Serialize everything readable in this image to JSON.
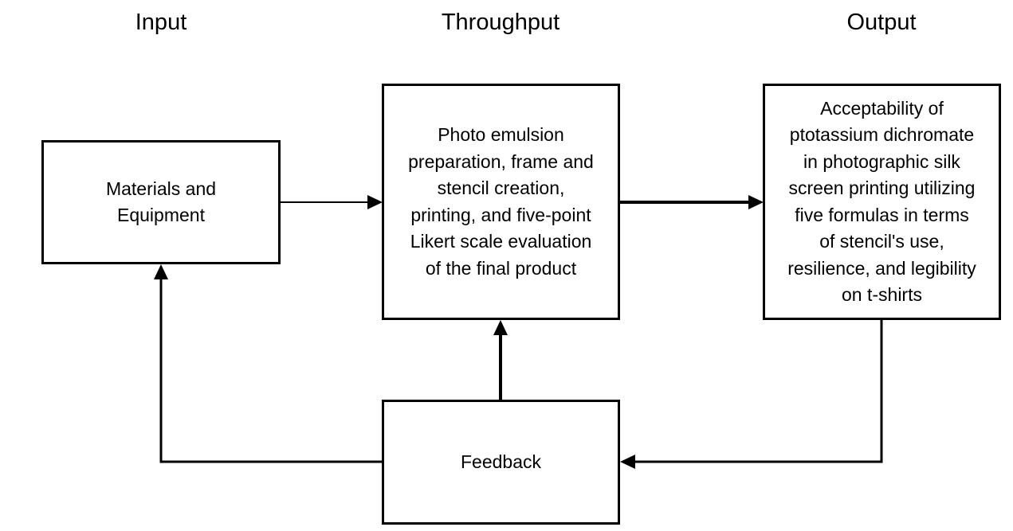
{
  "headings": {
    "input": "Input",
    "throughput": "Throughput",
    "output": "Output"
  },
  "boxes": {
    "input": [
      "Materials and",
      "Equipment"
    ],
    "throughput": [
      "Photo emulsion",
      "preparation, frame and",
      "stencil creation,",
      "printing, and five-point",
      "Likert scale evaluation",
      "of the final product"
    ],
    "output": [
      "Acceptability of",
      "ptotassium dichromate",
      "in photographic silk",
      "screen printing utilizing",
      "five formulas in terms",
      "of stencil's use,",
      "resilience, and legibility",
      "on t-shirts"
    ],
    "feedback": [
      "Feedback"
    ]
  },
  "colors": {
    "line": "#000000",
    "background": "#ffffff"
  }
}
